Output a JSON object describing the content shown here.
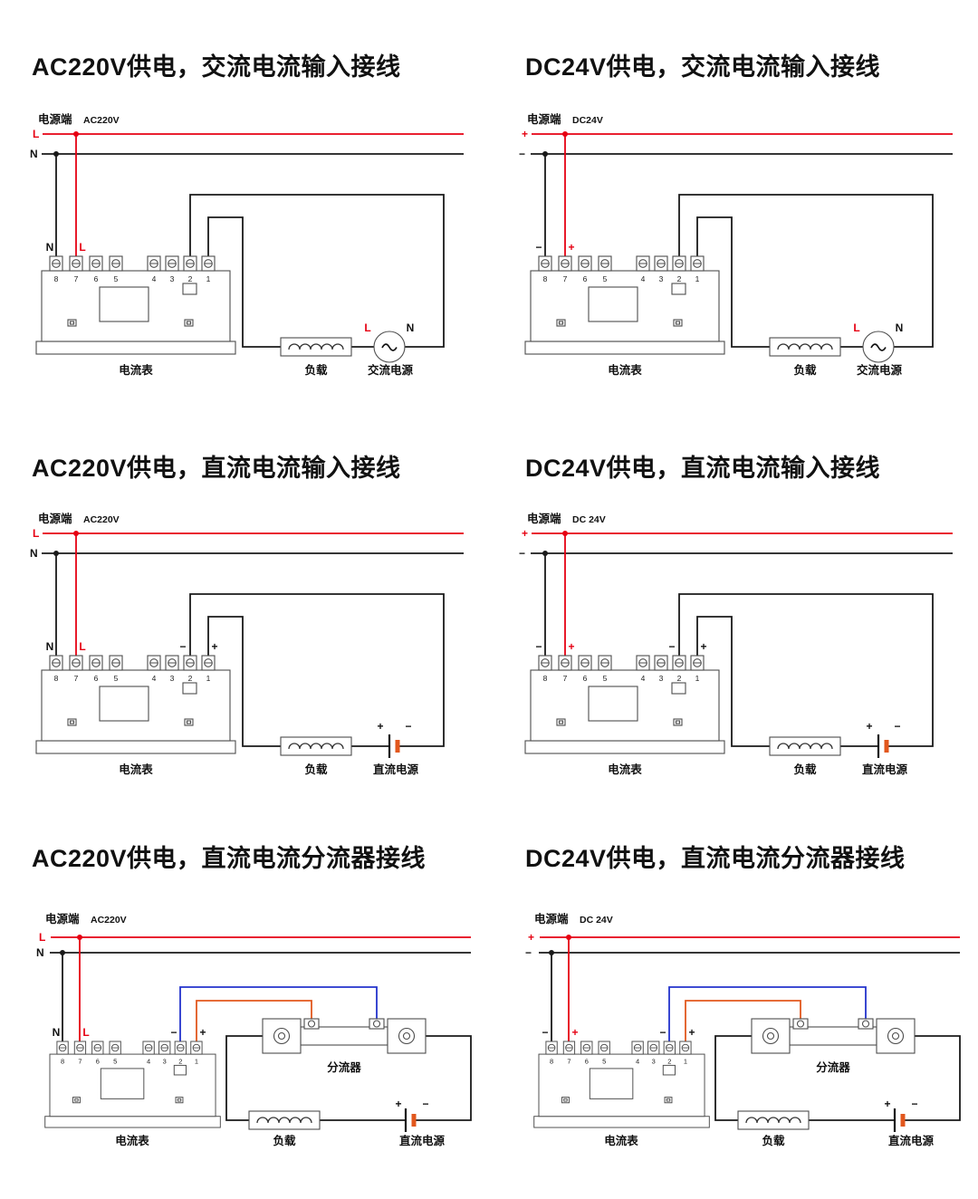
{
  "shared": {
    "power_terminal_label": "电源端",
    "meter_label": "电流表",
    "load_label": "负载",
    "shunt_label": "分流器",
    "terminal_numbers": [
      "8",
      "7",
      "6",
      "5",
      "4",
      "3",
      "2",
      "1"
    ]
  },
  "colors": {
    "wire_red": "#e60012",
    "wire_black": "#1a1a1a",
    "wire_blue": "#2333cc",
    "wire_orange": "#e2571d",
    "device_stroke": "#4d4d4d"
  },
  "diagrams": [
    {
      "title": "AC220V供电，交流电流输入接线",
      "power_value": "AC220V",
      "line1": "L",
      "line2": "N",
      "t8": "N",
      "t7": "L",
      "src_a": "L",
      "src_b": "N",
      "source_label": "交流电源"
    },
    {
      "title": "DC24V供电，交流电流输入接线",
      "power_value": "DC24V",
      "line1": "+",
      "line2": "−",
      "t8": "−",
      "t7": "+",
      "src_a": "L",
      "src_b": "N",
      "source_label": "交流电源"
    },
    {
      "title": "AC220V供电，直流电流输入接线",
      "power_value": "AC220V",
      "line1": "L",
      "line2": "N",
      "t8": "N",
      "t7": "L",
      "t2": "−",
      "t1": "+",
      "src_a": "+",
      "src_b": "−",
      "source_label": "直流电源"
    },
    {
      "title": "DC24V供电，直流电流输入接线",
      "power_value": "DC 24V",
      "line1": "+",
      "line2": "−",
      "t8": "−",
      "t7": "+",
      "t2": "−",
      "t1": "+",
      "src_a": "+",
      "src_b": "−",
      "source_label": "直流电源"
    },
    {
      "title": "AC220V供电，直流电流分流器接线",
      "power_value": "AC220V",
      "line1": "L",
      "line2": "N",
      "t8": "N",
      "t7": "L",
      "t2": "−",
      "t1": "+",
      "src_a": "+",
      "src_b": "−",
      "source_label": "直流电源"
    },
    {
      "title": "DC24V供电，直流电流分流器接线",
      "power_value": "DC 24V",
      "line1": "+",
      "line2": "−",
      "t8": "−",
      "t7": "+",
      "t2": "−",
      "t1": "+",
      "src_a": "+",
      "src_b": "−",
      "source_label": "直流电源"
    }
  ]
}
